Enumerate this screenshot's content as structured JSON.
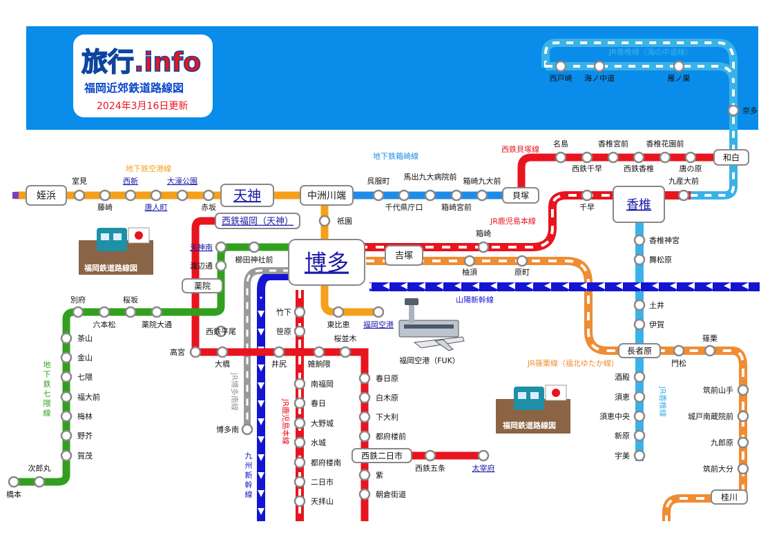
{
  "brand": {
    "logo": "旅行.info",
    "title": "福岡近郊鉄道路線図",
    "updated": "2024年3月16日更新"
  },
  "colors": {
    "jr_kashii": "#3ab2e8",
    "tetsu_kaizuka": "#e8141e",
    "subway_kuko": "#f5a019",
    "subway_hakozaki": "#1e8ce6",
    "subway_nanakuma": "#32a01e",
    "jr_kagoshima": "#e8141e",
    "jr_sasaguri": "#f08c32",
    "shinkansen": "#1414d2",
    "nishitetsu_tenjin": "#e8141e",
    "sky": "#0a8ceb"
  },
  "line_labels": {
    "jr_kashii_top": "JR香椎線（海の中道線）",
    "tetsu_kaizuka": "西鉄貝塚線",
    "subway_kuko": "地下鉄空港線",
    "subway_hakozaki": "地下鉄箱崎線",
    "jr_kagoshima": "JR鹿児島本線",
    "sanyo_shinkansen": "山陽新幹線",
    "jr_sasaguri": "JR篠栗線（福北ゆたか線）",
    "jr_kashii_side": "JR香椎線",
    "nanakuma": "地下鉄七隈線",
    "hakata_minami": "JR博多南線",
    "kyushu_shinkansen": "九州新幹線",
    "kagoshima_vertical": "JR鹿児島本線"
  },
  "hubs": {
    "meinohama": "姪浜",
    "tenjin": "天神",
    "nakasu": "中洲川端",
    "kaizuka": "貝塚",
    "wajiro": "和白",
    "kashii": "香椎",
    "hakata": "博多",
    "yoshizuka": "吉塚",
    "nishitetsu_fukuoka": "西鉄福岡（天神）",
    "yakuin": "薬院",
    "chojabaru": "長者原",
    "nishitetsu_futsukaichi": "西鉄二日市",
    "keisen": "桂川"
  },
  "stations": {
    "murosumi": "室見",
    "fujisaki": "藤崎",
    "nishijin": "西新",
    "tojinmachi": "唐人町",
    "ohori": "大濠公園",
    "akasaka": "赤坂",
    "gofukumachi": "呉服町",
    "chiyo": "千代県庁口",
    "maidashi": "馬出九大病院前",
    "hakozaki_miyamae": "箱崎宮前",
    "hakozaki_kyudai": "箱崎九大前",
    "nata": "名島",
    "tetsu_chihaya": "西鉄千早",
    "kashiimiyamae": "香椎宮前",
    "nishitetsu_kashii": "西鉄香椎",
    "kashii_kaenmae": "香椎花園前",
    "tonoharu": "唐の原",
    "chihaya": "千早",
    "kyusandai": "九産大前",
    "hakozaki": "箱崎",
    "yusu": "柚須",
    "harumachi": "原町",
    "saitozaki": "西戸崎",
    "uminonakamichi": "海ノ中道",
    "gannosu": "雁ノ巣",
    "nata_jr": "奈多",
    "kushida": "櫛田神社前",
    "gion": "祇園",
    "tenjinminami": "天神南",
    "watanabedori": "渡辺通",
    "kashii_jingu": "香椎神宮",
    "maimatsubara": "舞松原",
    "doi": "土井",
    "iga": "伊賀",
    "higashihie": "東比恵",
    "airport": "福岡空港",
    "airport_caption": "福岡空港（FUK）",
    "takeshita": "竹下",
    "sasabaru": "笹原",
    "hakatamina": "博多南",
    "nishitetsu_hirao": "西鉄平尾",
    "takamiya": "高宮",
    "ohashi": "大橋",
    "idajiri": "井尻",
    "zasshonokuma": "雑餉隈",
    "sakuranamiki": "桜並木",
    "minamifukuoka": "南福岡",
    "kasuga": "春日",
    "onojo": "大野城",
    "mizuki": "水城",
    "tofuro_minami": "都府楼南",
    "futsukaichi": "二日市",
    "tenpaizan": "天拝山",
    "kasugabaru": "春日原",
    "shirakibaru": "白木原",
    "shimoori": "下大利",
    "tofuromae": "都府楼前",
    "murasaki": "紫",
    "asakuragaido": "朝倉街道",
    "nishitetsu_gojo": "西鉄五条",
    "dazaifu": "太宰府",
    "betsufu": "別府",
    "ropponmatsu": "六本松",
    "sakurazaka": "桜坂",
    "yakuin_odori": "薬院大通",
    "chayama": "茶山",
    "kanayama": "金山",
    "nanakuma": "七隈",
    "fukudaimae": "福大前",
    "umebayashi": "梅林",
    "noke": "野芥",
    "kamo": "賀茂",
    "jirozaru": "次郎丸",
    "hashimoto": "橋本",
    "shingu": "門松",
    "shoguri": "篠栗",
    "sakado": "酒殿",
    "sue": "須恵",
    "sue_chuo": "須恵中央",
    "shinbaru": "新原",
    "umi": "宇美",
    "chikuzen_yamate": "筑前山手",
    "kido": "城戸南蔵院前",
    "kurouhara": "九郎原",
    "chikuzen_daibu": "筑前大分"
  },
  "banners": {
    "badge_text": "福岡鉄道路線図"
  }
}
